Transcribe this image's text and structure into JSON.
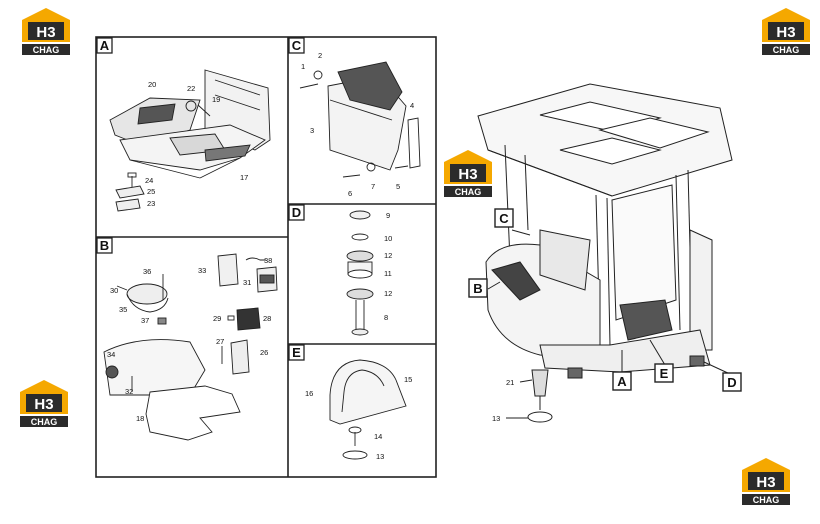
{
  "logo": {
    "mark": "H3",
    "word": "CHAG",
    "colors": {
      "orange": "#f5a800",
      "dark": "#2b2b2b"
    }
  },
  "sections": {
    "A": "A",
    "B": "B",
    "C": "C",
    "D": "D",
    "E": "E"
  },
  "callouts": {
    "A": "A",
    "B": "B",
    "C": "C",
    "D": "D",
    "E": "E"
  },
  "parts": {
    "p1": "1",
    "p2": "2",
    "p3": "3",
    "p4": "4",
    "p5": "5",
    "p6": "6",
    "p7": "7",
    "p8": "8",
    "p9": "9",
    "p10": "10",
    "p11": "11",
    "p12a": "12",
    "p12b": "12",
    "p13": "13",
    "p13b": "13",
    "p14": "14",
    "p15": "15",
    "p16": "16",
    "p17": "17",
    "p18": "18",
    "p19": "19",
    "p20": "20",
    "p21": "21",
    "p22": "22",
    "p23": "23",
    "p24": "24",
    "p25": "25",
    "p26": "26",
    "p27": "27",
    "p28": "28",
    "p29": "29",
    "p30": "30",
    "p31": "31",
    "p32": "32",
    "p33": "33",
    "p34": "34",
    "p35": "35",
    "p36": "36",
    "p37": "37",
    "p38": "38"
  }
}
